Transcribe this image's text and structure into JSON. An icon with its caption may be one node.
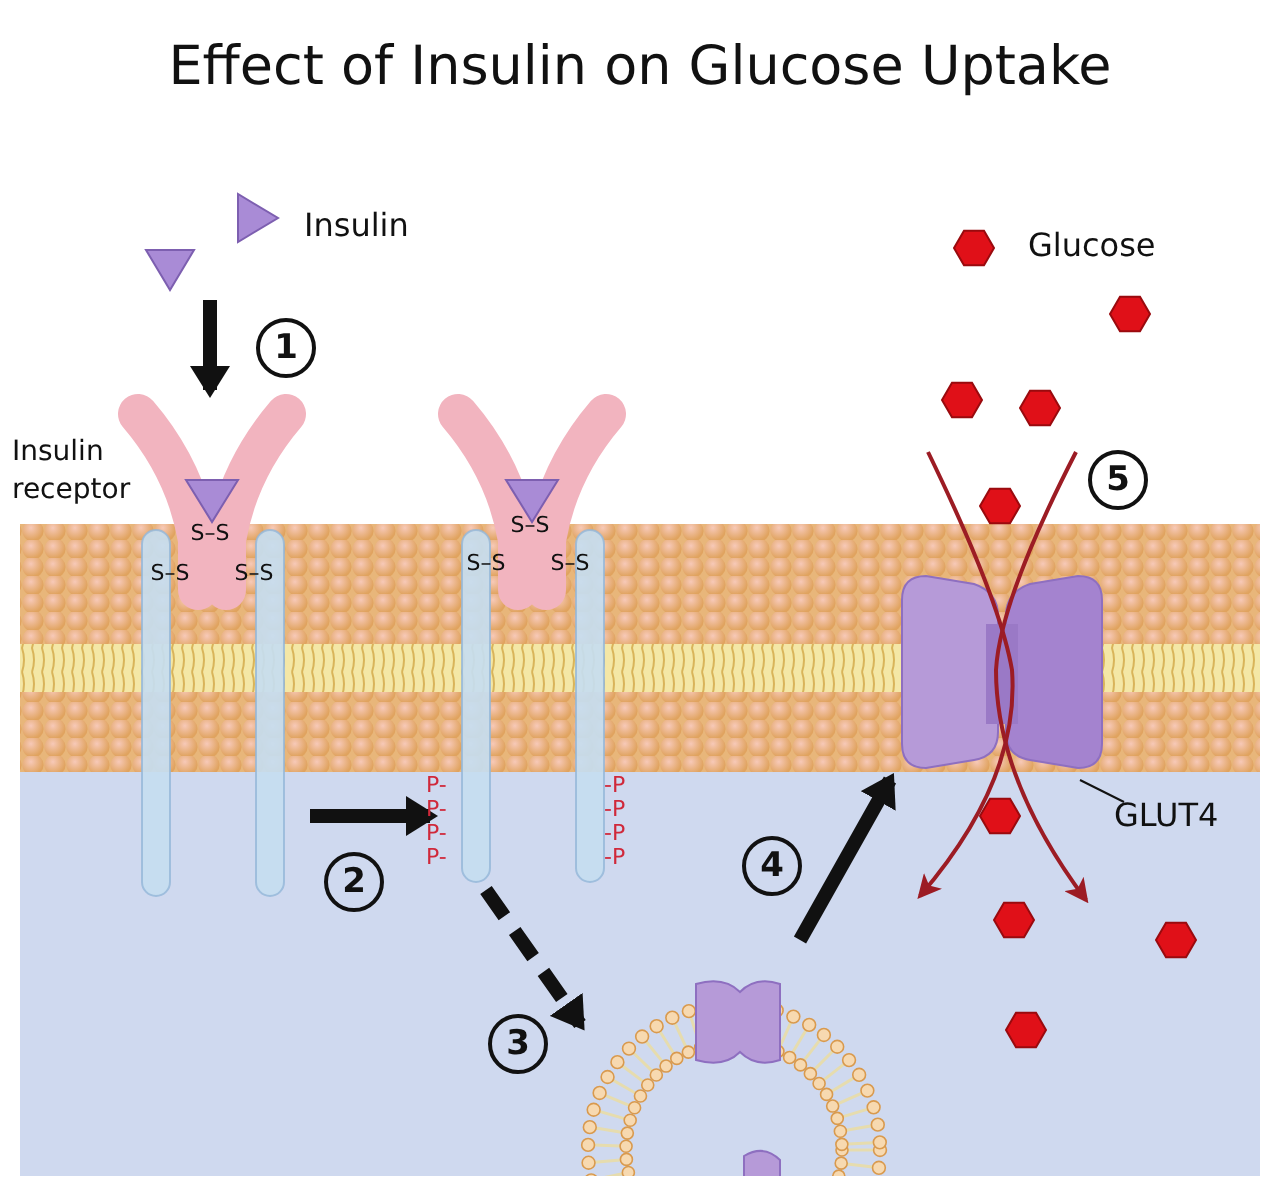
{
  "diagram": {
    "title": "Effect of Insulin on Glucose Uptake",
    "nodes": [
      {
        "text": [
          "Insulin"
        ]
      },
      {
        "text": [],
        "shape": "picture",
        "beside": [
          "Insulin receptor"
        ]
      },
      {
        "text": [],
        "shape": "picture",
        "beside": [
          "P-",
          "P-",
          "P-",
          "P-",
          "-P",
          "-P",
          "-P",
          "-P"
        ]
      },
      {
        "text": [],
        "shape": "picture"
      },
      {
        "text": [],
        "shape": "picture"
      },
      {
        "text": [
          "GLUT4"
        ]
      },
      {
        "text": [
          "Glucose"
        ]
      }
    ],
    "edges": [
      {
        "from": 0,
        "to": 1,
        "arrow": "to",
        "label": "1"
      },
      {
        "from": 1,
        "to": 2,
        "arrow": "to",
        "label": "2"
      },
      {
        "from": 2,
        "to": 3,
        "arrow": "to",
        "label": "3",
        "style": "dashed"
      },
      {
        "from": 3,
        "to": 4,
        "arrow": "to",
        "label": "4"
      },
      {
        "from": 5,
        "to": 4,
        "arrow": "none"
      }
    ],
    "labels": [
      "5",
      "S–S",
      "S–S",
      "S–S",
      "S–S",
      "S–S",
      "S–S"
    ]
  }
}
